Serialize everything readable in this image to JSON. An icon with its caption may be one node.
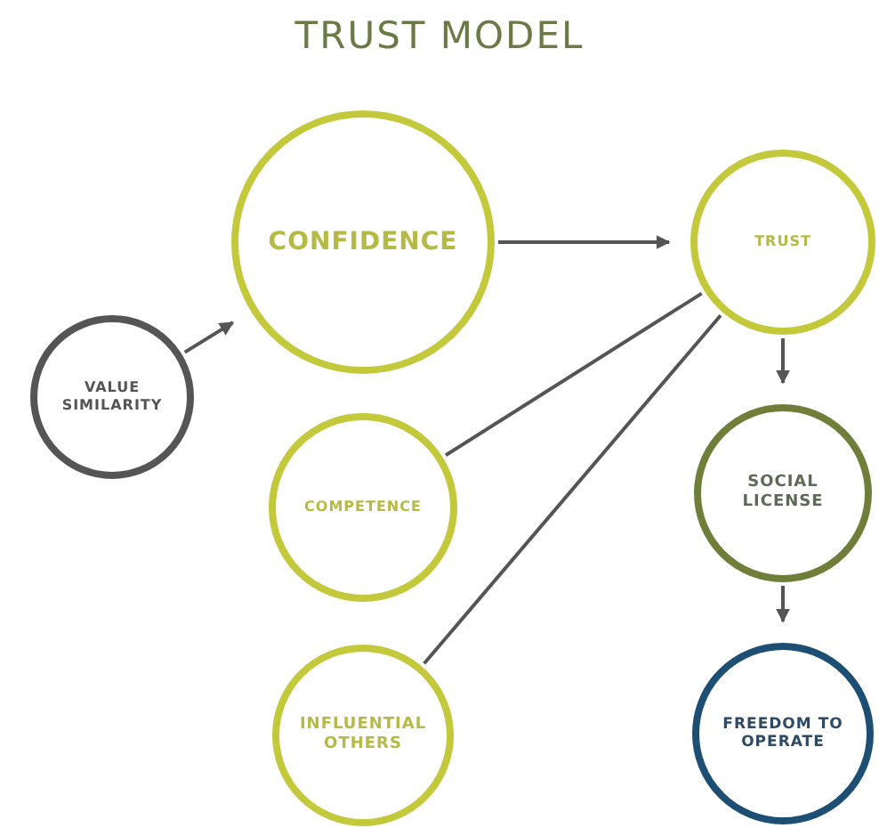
{
  "diagram": {
    "title": "TRUST MODEL",
    "nodes": [
      {
        "text": [
          "CONFIDENCE"
        ]
      },
      {
        "text": [
          "TRUST"
        ]
      },
      {
        "text": [
          "VALUE SIMILARITY"
        ]
      },
      {
        "text": [
          "COMPETENCE"
        ]
      },
      {
        "text": [
          "SOCIAL LICENSE"
        ]
      },
      {
        "text": [
          "INFLUENTIAL OTHERS"
        ]
      },
      {
        "text": [
          "FREEDOM TO OPERATE"
        ]
      }
    ],
    "edges": [
      {
        "from": 2,
        "to": 0,
        "arrow": "to"
      },
      {
        "from": 0,
        "to": 1,
        "arrow": "to"
      },
      {
        "from": 3,
        "to": 1,
        "arrow": "none"
      },
      {
        "from": 5,
        "to": 1,
        "arrow": "none"
      },
      {
        "from": 1,
        "to": 4,
        "arrow": "to"
      },
      {
        "from": 4,
        "to": 6,
        "arrow": "to"
      }
    ]
  }
}
